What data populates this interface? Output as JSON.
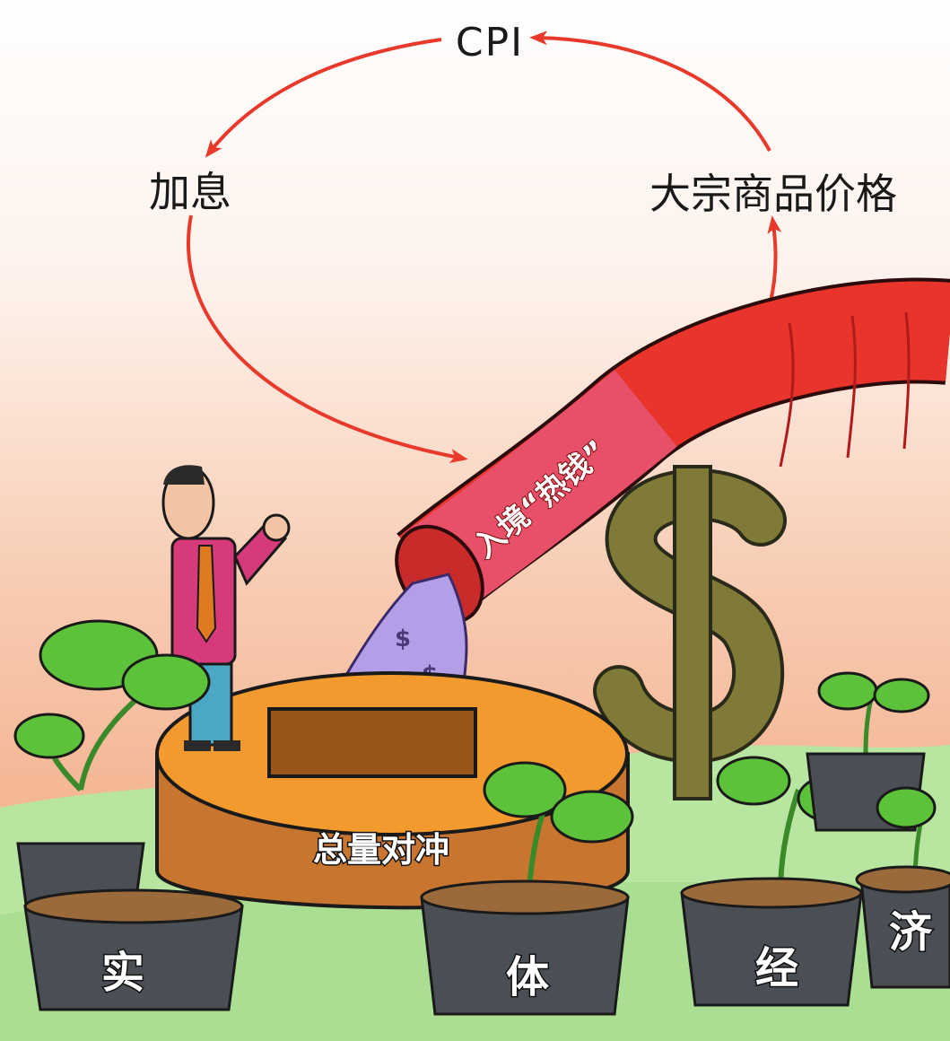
{
  "labels": {
    "cpi": "CPI",
    "rate_hike": "加息",
    "commodity_prices": "大宗商品价格",
    "hot_money": "入境“热钱”",
    "total_hedge": "总量对冲",
    "pot_1": "实",
    "pot_2": "体",
    "pot_3": "经",
    "pot_4": "济"
  },
  "colors": {
    "arrow_red": "#e8392b",
    "hose_red": "#e8342a",
    "hose_pink": "#e8506a",
    "dollar_olive": "#7f7a38",
    "cushion_orange": "#f29a2e",
    "cushion_brown": "#c8762f",
    "water_purple": "#b59ee8",
    "pot_dark": "#4a4f55",
    "leaf_green": "#5bc23a",
    "ground_green": "#b8e6a0"
  },
  "icons": [
    "dollar-sign-icon",
    "person-figure",
    "hose-pipe",
    "seedling-pot"
  ]
}
